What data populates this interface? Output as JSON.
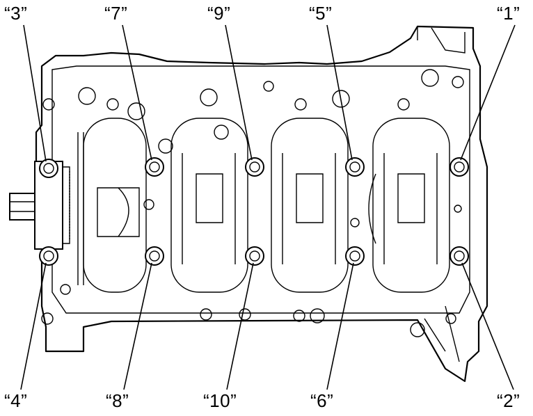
{
  "callouts": {
    "top": [
      {
        "id": "b3",
        "label": "“3”"
      },
      {
        "id": "b7",
        "label": "“7”"
      },
      {
        "id": "b9",
        "label": "“9”"
      },
      {
        "id": "b5",
        "label": "“5”"
      },
      {
        "id": "b1",
        "label": "“1”"
      }
    ],
    "bottom": [
      {
        "id": "b4",
        "label": "“4”"
      },
      {
        "id": "b8",
        "label": "“8”"
      },
      {
        "id": "b10",
        "label": "“10”"
      },
      {
        "id": "b6",
        "label": "“6”"
      },
      {
        "id": "b2",
        "label": "“2”"
      }
    ]
  }
}
